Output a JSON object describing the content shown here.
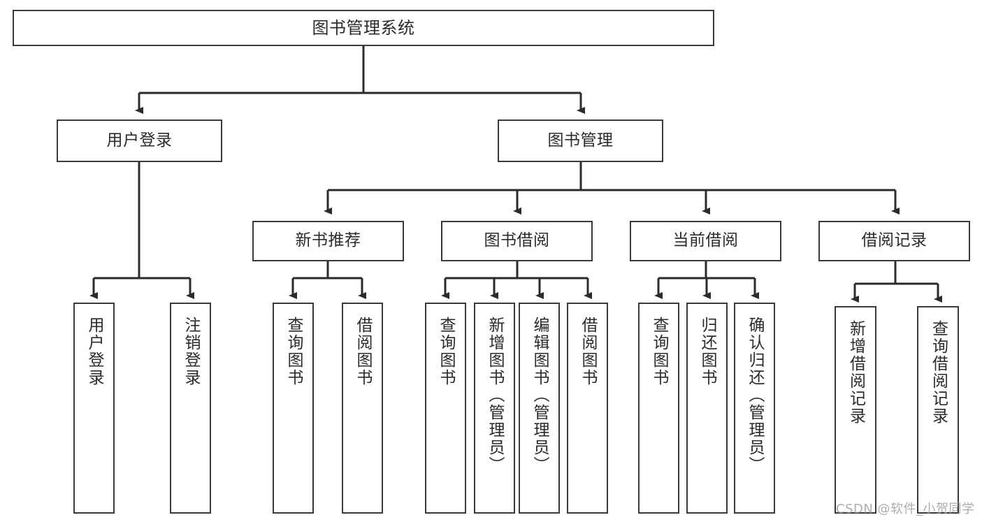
{
  "diagram": {
    "title": "图书管理系统",
    "type": "tree",
    "watermark": "CSDN @软件_小贺同学",
    "colors": {
      "box_border": "#3a3a3a",
      "box_fill": "#ffffff",
      "line": "#2b2b2b",
      "text": "#2b2b2b",
      "watermark": "#9aa0a6"
    },
    "nodes": {
      "root": {
        "label": "图书管理系统"
      },
      "level2": [
        {
          "id": "user-login",
          "label": "用户登录"
        },
        {
          "id": "book-management",
          "label": "图书管理"
        }
      ],
      "level3": [
        {
          "id": "new-book-recommend",
          "label": "新书推荐"
        },
        {
          "id": "book-borrow",
          "label": "图书借阅"
        },
        {
          "id": "current-borrow",
          "label": "当前借阅"
        },
        {
          "id": "borrow-record",
          "label": "借阅记录"
        }
      ],
      "leaves": {
        "user-login": [
          {
            "id": "leaf-user-login",
            "label": "用户登录"
          },
          {
            "id": "leaf-logout-login",
            "label": "注销登录"
          }
        ],
        "new-book-recommend": [
          {
            "id": "leaf-query-book-1",
            "label": "查询图书"
          },
          {
            "id": "leaf-borrow-book-1",
            "label": "借阅图书"
          }
        ],
        "book-borrow": [
          {
            "id": "leaf-query-book-2",
            "label": "查询图书"
          },
          {
            "id": "leaf-add-book-admin",
            "label": "新增图书（管理员）"
          },
          {
            "id": "leaf-edit-book-admin",
            "label": "编辑图书（管理员）"
          },
          {
            "id": "leaf-borrow-book-2",
            "label": "借阅图书"
          }
        ],
        "current-borrow": [
          {
            "id": "leaf-query-book-3",
            "label": "查询图书"
          },
          {
            "id": "leaf-return-book",
            "label": "归还图书"
          },
          {
            "id": "leaf-confirm-return-admin",
            "label": "确认归还（管理员）"
          }
        ],
        "borrow-record": [
          {
            "id": "leaf-add-borrow-record",
            "label": "新增借阅记录"
          },
          {
            "id": "leaf-query-borrow-record",
            "label": "查询借阅记录"
          }
        ]
      }
    }
  }
}
